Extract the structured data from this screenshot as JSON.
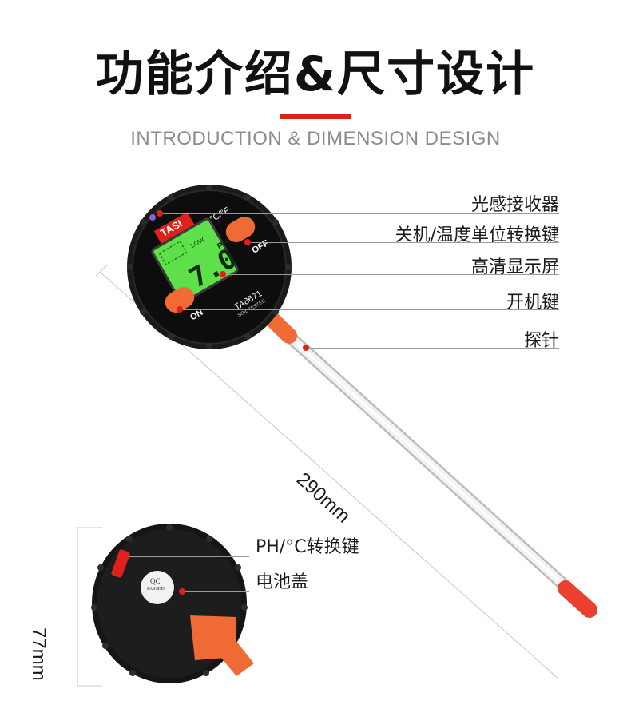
{
  "header": {
    "title": "功能介绍&尺寸设计",
    "subtitle": "INTRODUCTION & DIMENSION DESIGN"
  },
  "device": {
    "brand": "TASI",
    "model": "TA8671",
    "model_sub": "SOIL TESTER",
    "unit_toggle": "°C/°F",
    "off": "OFF",
    "on": "ON",
    "lcd_value": "7.0",
    "lcd_unit": "PH",
    "lcd_low": "LOW",
    "qc": "QC",
    "qc_sub": "PASSED"
  },
  "callouts": {
    "light_receiver": "光感接收器",
    "off_unit_key": "关机/温度单位转换键",
    "display": "高清显示屏",
    "on_key": "开机键",
    "probe": "探针",
    "ph_key": "PH/°C转换键",
    "battery_cover": "电池盖"
  },
  "dimensions": {
    "length": "290mm",
    "diameter": "77mm"
  },
  "colors": {
    "accent_red": "#e0201a",
    "orange": "#f06a35",
    "lcd_green": "#5ee04a",
    "body_black": "#151515"
  }
}
